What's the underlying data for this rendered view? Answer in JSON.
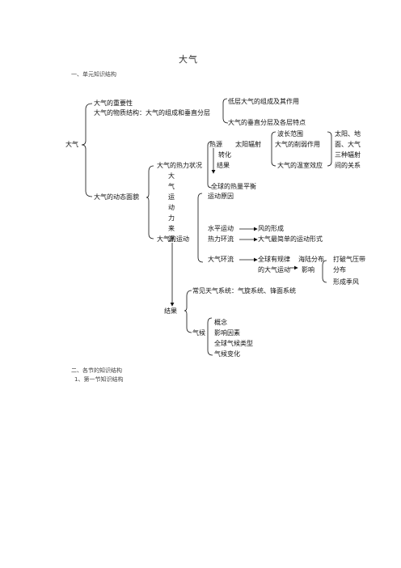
{
  "title": "大气",
  "section1_heading": "一、单元知识结构",
  "section2_heading": "二、各节的知识结构",
  "section2_sub": "1、第一节知识结构",
  "diagram": {
    "root": "大气",
    "importance": "大气的重要性",
    "composition_structure": "大气的物质结构：大气的组成和垂直分层",
    "lower_composition": "低层大气的组成及其作用",
    "vertical_layers": "大气的垂直分层及各层特点",
    "dynamics": "大气的动态面貌",
    "heat": "大气的热力状况",
    "heat_source": "热源",
    "solar_radiation": "太阳辐射",
    "wavelength": "波长范围",
    "weakening": "大气的削弱作用",
    "greenhouse": "大气的温室效应",
    "sun_earth_relation": [
      "太阳、地",
      "面、大气",
      "三种辐射",
      "间的关系"
    ],
    "transform": "转化",
    "result": "结果",
    "global_heat_balance": "全球的热量平衡",
    "power_source_chars": [
      "大",
      "气",
      "运",
      "动",
      "力",
      "来",
      "源"
    ],
    "motion": "大气的运动",
    "cause": "运动原因",
    "horizontal": "水平运动",
    "wind_formation": "风的形成",
    "thermal_circulation": "热力环流",
    "simplest_motion": "大气最简单的运动形式",
    "circulation": "大气环流",
    "global_regular_1": "全球有规律",
    "global_regular_2": "的大气运动",
    "land_sea_1": "海陆分布",
    "land_sea_2": "影响",
    "break_belt_1": "打破气压带",
    "break_belt_2": "分布",
    "monsoon": "形成季风",
    "outcome": "结果",
    "weather_systems": "常见天气系统：气旋系统、锋面系统",
    "climate": "气候",
    "concept": "概念",
    "factors": "影响因素",
    "climate_types": "全球气候类型",
    "climate_change": "气候变化"
  }
}
